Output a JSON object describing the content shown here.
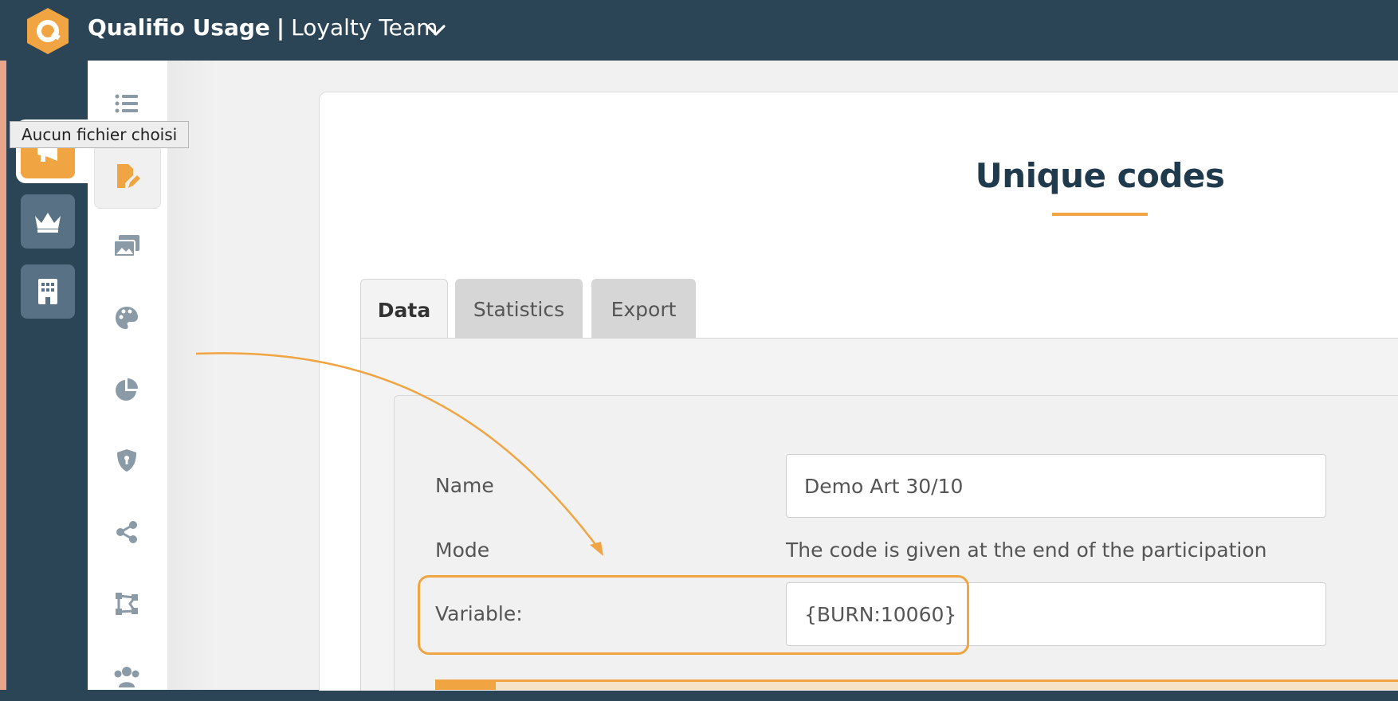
{
  "header": {
    "brand": "Qualifio Usage",
    "separator": "|",
    "team": "Loyalty Team"
  },
  "tooltip": "Aucun fichier choisi",
  "page": {
    "title": "Unique codes"
  },
  "tabs": [
    {
      "label": "Data",
      "active": true
    },
    {
      "label": "Statistics",
      "active": false
    },
    {
      "label": "Export",
      "active": false
    }
  ],
  "form": {
    "name_label": "Name",
    "name_value": "Demo Art 30/10",
    "mode_label": "Mode",
    "mode_value": "The code is given at the end of the participation",
    "variable_label": "Variable:",
    "variable_value": "{BURN:10060}"
  },
  "colors": {
    "accent": "#f0a442",
    "navy": "#2b4557",
    "title": "#1f3a4c"
  },
  "icons": {
    "rail": [
      "megaphone-icon",
      "crown-icon",
      "building-icon"
    ],
    "subnav": [
      "list-icon",
      "edit-document-icon",
      "images-icon",
      "palette-icon",
      "pie-chart-icon",
      "shield-icon",
      "share-icon",
      "flow-icon",
      "users-icon"
    ]
  }
}
